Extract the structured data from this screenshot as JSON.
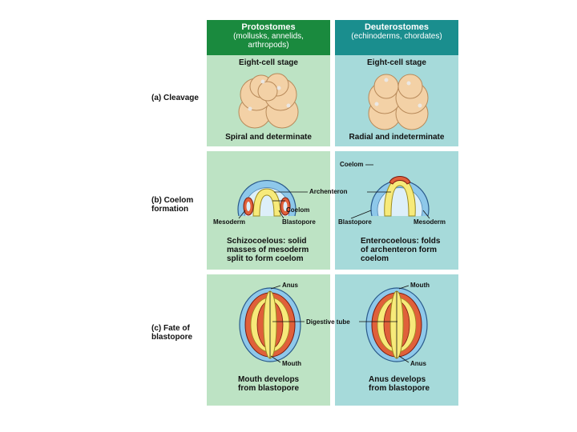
{
  "headers": {
    "protostomes": {
      "title": "Protostomes",
      "subtitle": "(mollusks, annelids, arthropods)"
    },
    "deuterostomes": {
      "title": "Deuterostomes",
      "subtitle": "(echinoderms, chordates)"
    }
  },
  "rows": {
    "cleavage": {
      "letter": "(a)",
      "name": "Cleavage"
    },
    "coelom": {
      "letter": "(b)",
      "name": "Coelom formation"
    },
    "fate": {
      "letter": "(c)",
      "name": "Fate of blastopore"
    }
  },
  "cleavage": {
    "left_stage": "Eight-cell stage",
    "right_stage": "Eight-cell stage",
    "left_caption": "Spiral and determinate",
    "right_caption": "Radial and indeterminate"
  },
  "coelom": {
    "labels": {
      "coelom_top": "Coelom",
      "archenteron": "Archenteron",
      "coelom_mid": "Coelom",
      "mesoderm_left": "Mesoderm",
      "blastopore_left": "Blastopore",
      "blastopore_right": "Blastopore",
      "mesoderm_right": "Mesoderm"
    },
    "left_caption": "Schizocoelous: solid masses of mesoderm split to form coelom",
    "right_caption": "Enterocoelous: folds of archenteron form coelom"
  },
  "fate": {
    "labels": {
      "anus_left": "Anus",
      "mouth_right": "Mouth",
      "digestive_tube": "Digestive tube",
      "mouth_left": "Mouth",
      "anus_right": "Anus"
    },
    "left_caption": "Mouth develops from blastopore",
    "right_caption": "Anus develops from blastopore"
  },
  "colors": {
    "header_left": "#1a8a3e",
    "header_right": "#1a8e8e",
    "panel_left": "#bde3c4",
    "panel_right": "#a6dada",
    "cell": "#f3d1a6",
    "ectoderm": "#8ec8ea",
    "mesoderm": "#e0603a",
    "endoderm": "#f7ea7a"
  }
}
